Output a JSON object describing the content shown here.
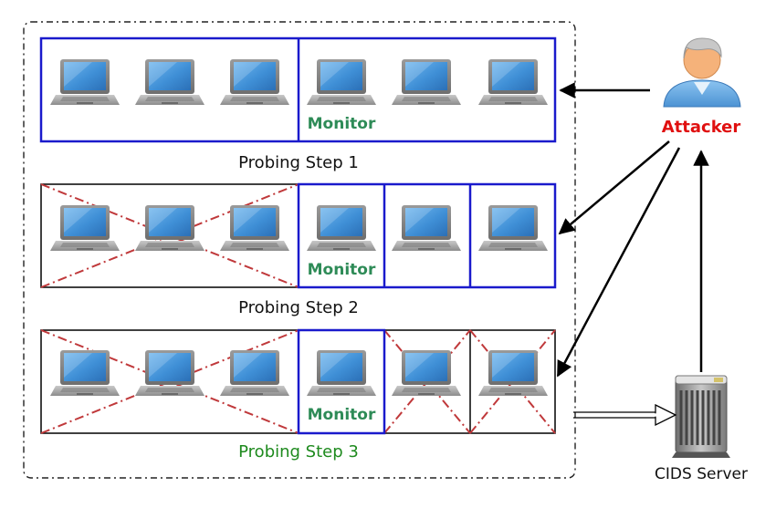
{
  "steps": [
    {
      "caption": "Probing Step 1",
      "monitor_label": "Monitor",
      "caption_color": "#111111"
    },
    {
      "caption": "Probing Step 2",
      "monitor_label": "Monitor",
      "caption_color": "#111111"
    },
    {
      "caption": "Probing Step 3",
      "monitor_label": "Monitor",
      "caption_color": "#1e8a1e"
    }
  ],
  "attacker": {
    "label": "Attacker",
    "color": "#e01010"
  },
  "server": {
    "label": "CIDS Server"
  },
  "colors": {
    "monitor_box": "#1a1acc",
    "monitor_text": "#2e8b57",
    "cross": "#c0393b",
    "laptop_screen": "#3f8fd6",
    "laptop_body": "#8a8a8a"
  },
  "icons": [
    "laptop-icon",
    "attacker-person-icon",
    "server-icon"
  ]
}
